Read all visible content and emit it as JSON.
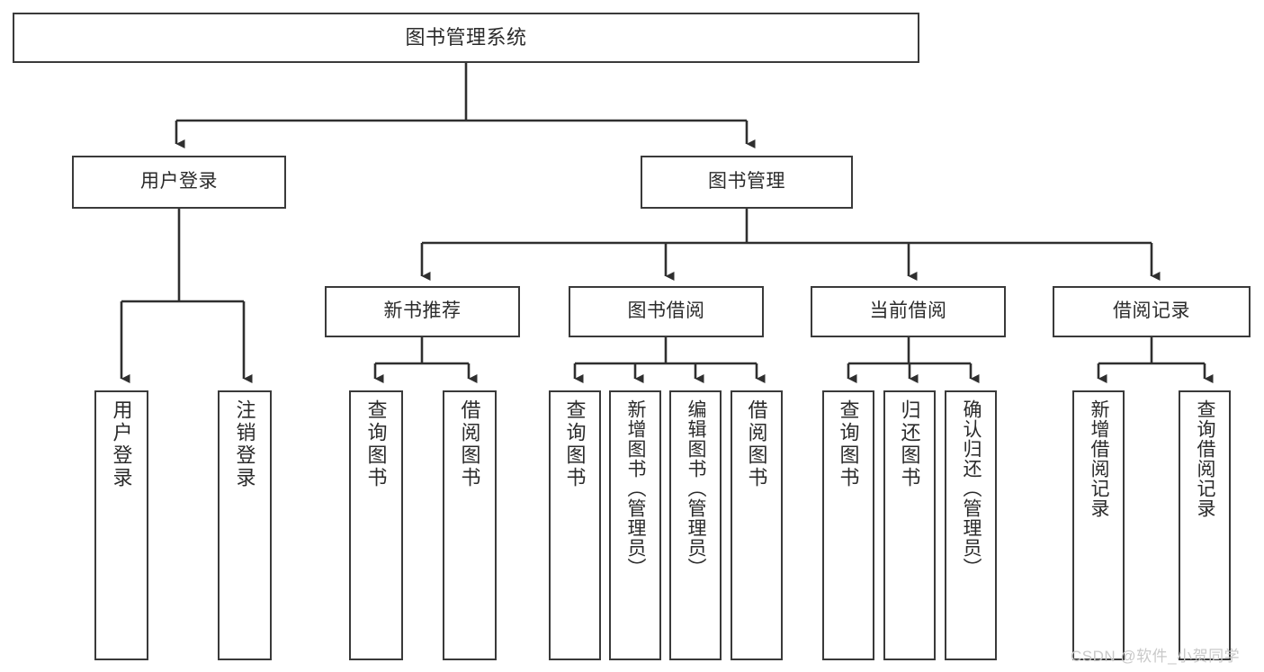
{
  "diagram": {
    "type": "tree-hierarchy",
    "title": "图书管理系统",
    "root": {
      "label": "图书管理系统"
    },
    "level2": [
      {
        "label": "用户登录"
      },
      {
        "label": "图书管理"
      }
    ],
    "level3": [
      {
        "label": "新书推荐"
      },
      {
        "label": "图书借阅"
      },
      {
        "label": "当前借阅"
      },
      {
        "label": "借阅记录"
      }
    ],
    "leaves": {
      "user_login": [
        {
          "label": "用户登录"
        },
        {
          "label": "注销登录"
        }
      ],
      "new_book_recommend": [
        {
          "label": "查询图书"
        },
        {
          "label": "借阅图书"
        }
      ],
      "book_borrow": [
        {
          "label": "查询图书"
        },
        {
          "label": "新增图书（管理员）"
        },
        {
          "label": "编辑图书（管理员）"
        },
        {
          "label": "借阅图书"
        }
      ],
      "current_borrow": [
        {
          "label": "查询图书"
        },
        {
          "label": "归还图书"
        },
        {
          "label": "确认归还（管理员）"
        }
      ],
      "borrow_record": [
        {
          "label": "新增借阅记录"
        },
        {
          "label": "查询借阅记录"
        }
      ]
    }
  },
  "watermark": {
    "text": "CSDN @软件_小贺同学"
  },
  "colors": {
    "box_border": "#3a3a3a",
    "box_fill": "#ffffff",
    "text": "#2b2b2b",
    "connector": "#2f2f2f",
    "watermark": "#c9c9c9"
  }
}
